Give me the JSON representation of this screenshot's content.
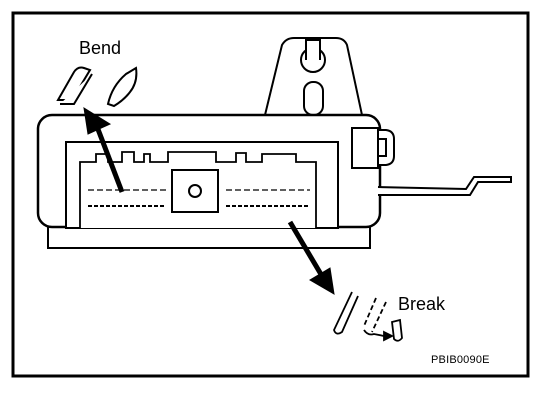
{
  "labels": {
    "bend": "Bend",
    "break": "Break",
    "figure_code": "PBIB0090E"
  },
  "colors": {
    "ink": "#000000",
    "paper": "#ffffff"
  }
}
